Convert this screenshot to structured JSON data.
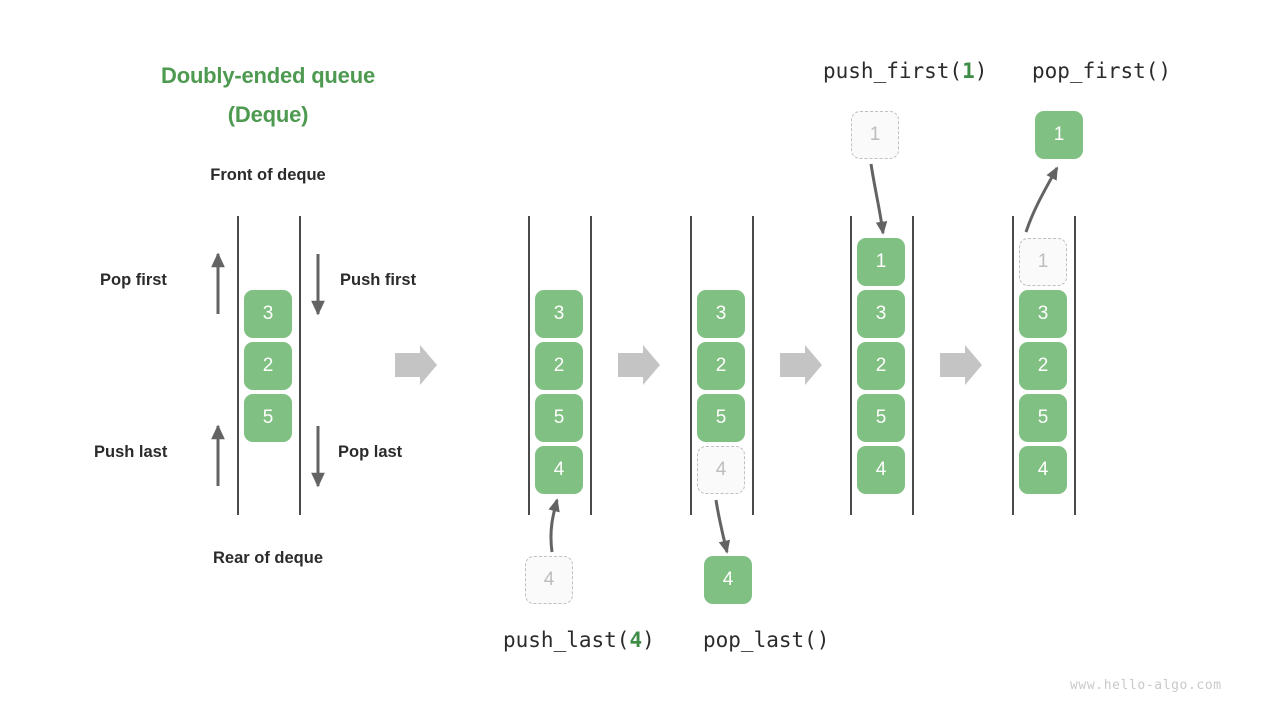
{
  "title": {
    "line1": "Doubly-ended queue",
    "line2": "(Deque)",
    "color": "#4E9A51"
  },
  "panel_labels": {
    "front": "Front of deque",
    "rear": "Rear of deque"
  },
  "operations": {
    "pop_first": "Pop first",
    "push_first": "Push first",
    "push_last": "Push last",
    "pop_last": "Pop last"
  },
  "mono_labels": {
    "push_last_prefix": "push_last(",
    "push_last_arg": "4",
    "push_last_suffix": ")",
    "pop_last": "pop_last()",
    "push_first_prefix": "push_first(",
    "push_first_arg": "1",
    "push_first_suffix": ")",
    "pop_first": "pop_first()"
  },
  "watermark": "www.hello-algo.com",
  "colors": {
    "node_fill": "#80C082",
    "node_text": "#ffffff",
    "ghost_fill": "#FAFAFA",
    "ghost_border": "#BFBFBF",
    "ghost_text": "#BDBDBD",
    "rail": "#4A4A4A",
    "arrow_gray": "#C4C4C4",
    "arrow_thin": "#636363",
    "accent_green": "#3F8C47",
    "text_dark": "#2B2B2B",
    "watermark": "#C9C9C9"
  },
  "columns": [
    {
      "name": "deque-overview",
      "values": [
        "3",
        "2",
        "5"
      ],
      "states": [
        "filled",
        "filled",
        "filled"
      ]
    },
    {
      "name": "after-push-last",
      "values": [
        "3",
        "2",
        "5",
        "4"
      ],
      "states": [
        "filled",
        "filled",
        "filled",
        "filled"
      ],
      "incoming": {
        "value": "4",
        "state": "ghost",
        "position": "below"
      }
    },
    {
      "name": "before-pop-last",
      "values": [
        "3",
        "2",
        "5",
        "4"
      ],
      "states": [
        "filled",
        "filled",
        "filled",
        "ghost"
      ],
      "outgoing": {
        "value": "4",
        "state": "filled",
        "position": "below"
      }
    },
    {
      "name": "after-push-first",
      "values": [
        "1",
        "3",
        "2",
        "5",
        "4"
      ],
      "states": [
        "filled",
        "filled",
        "filled",
        "filled",
        "filled"
      ],
      "incoming": {
        "value": "1",
        "state": "ghost",
        "position": "above"
      }
    },
    {
      "name": "before-pop-first",
      "values": [
        "1",
        "3",
        "2",
        "5",
        "4"
      ],
      "states": [
        "ghost",
        "filled",
        "filled",
        "filled",
        "filled"
      ],
      "outgoing": {
        "value": "1",
        "state": "filled",
        "position": "above"
      }
    }
  ],
  "step_arrows": 4
}
